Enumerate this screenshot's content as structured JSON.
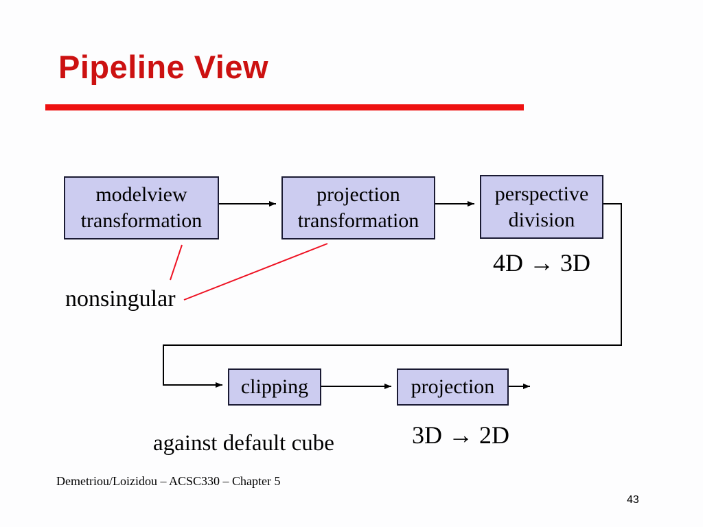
{
  "slide": {
    "title": "Pipeline View",
    "footer": "Demetriou/Loizidou – ACSC330 – Chapter 5",
    "page_number": "43"
  },
  "colors": {
    "title_red": "#cc1111",
    "accent_red": "#ee1111",
    "box_fill": "#ccccf0",
    "box_border": "#1a1a33",
    "connector_black": "#000000"
  },
  "diagram": {
    "boxes": [
      {
        "label": "modelview transformation"
      },
      {
        "label": "projection transformation"
      },
      {
        "label": "perspective division"
      },
      {
        "label": "clipping"
      },
      {
        "label": "projection"
      }
    ],
    "annotations": {
      "nonsingular": "nonsingular",
      "dims_top": "4D → 3D",
      "dims_bottom": "3D → 2D",
      "against_cube": "against default cube"
    }
  }
}
